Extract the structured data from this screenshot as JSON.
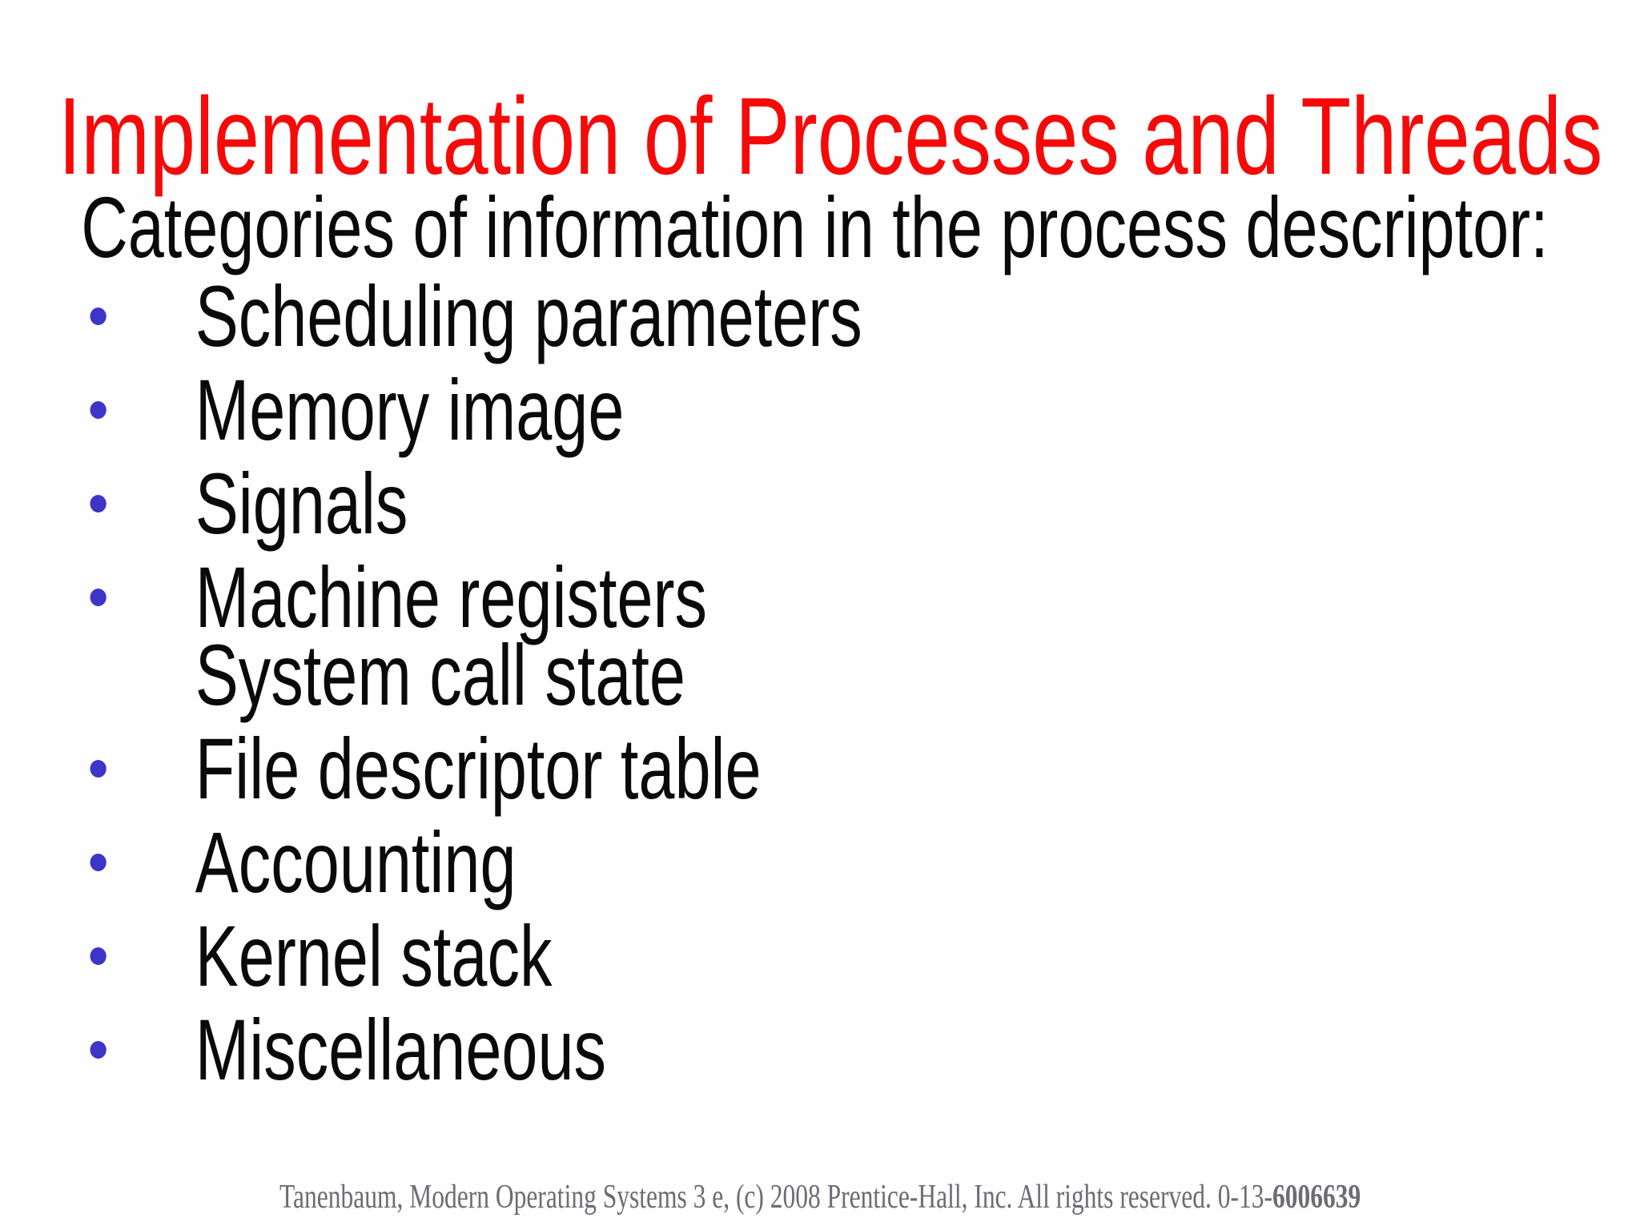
{
  "slide": {
    "title": "Implementation of Processes and Threads",
    "intro": "Categories of information in the process descriptor:",
    "bullets": [
      {
        "lines": [
          "Scheduling parameters"
        ]
      },
      {
        "lines": [
          "Memory image"
        ]
      },
      {
        "lines": [
          "Signals"
        ]
      },
      {
        "lines": [
          "Machine registers",
          "System call state"
        ]
      },
      {
        "lines": [
          "File descriptor table"
        ]
      },
      {
        "lines": [
          "Accounting"
        ]
      },
      {
        "lines": [
          "Kernel stack"
        ]
      },
      {
        "lines": [
          "Miscellaneous"
        ]
      }
    ],
    "footer": {
      "text": "Tanenbaum, Modern Operating Systems 3 e, (c) 2008 Prentice-Hall, Inc. All rights reserved. 0-13-",
      "isbn_bold": "6006639"
    }
  },
  "colors": {
    "title-red": "#f50a0a",
    "text-black": "#0a0a0a",
    "bullet-blue": "#3c35c8",
    "footer-gray": "#6d6b73"
  }
}
